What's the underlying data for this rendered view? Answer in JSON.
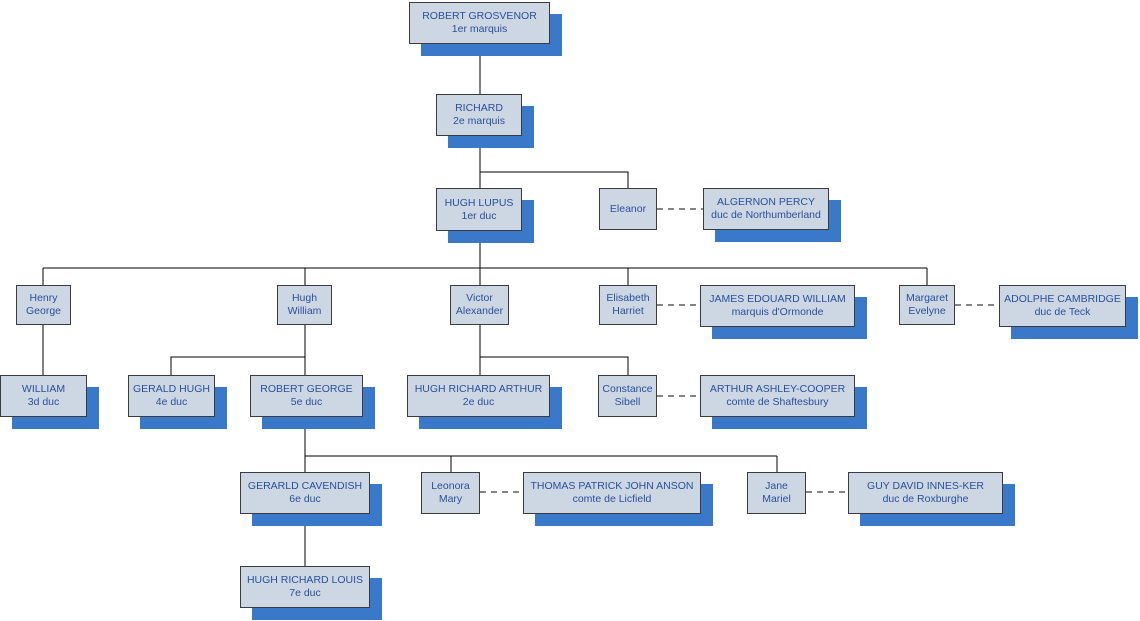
{
  "persons": {
    "robert_grosvenor": {
      "line1": "ROBERT GROSVENOR",
      "line2": "1er marquis"
    },
    "richard": {
      "line1": "RICHARD",
      "line2": "2e marquis"
    },
    "hugh_lupus": {
      "line1": "HUGH LUPUS",
      "line2": "1er duc"
    },
    "eleanor": {
      "line1": "Eleanor",
      "line2": ""
    },
    "algernon_percy": {
      "line1": "ALGERNON PERCY",
      "line2": "duc de Northumberland"
    },
    "henry_george": {
      "line1": "Henry",
      "line2": "George"
    },
    "hugh_william": {
      "line1": "Hugh",
      "line2": "William"
    },
    "victor_alexander": {
      "line1": "Victor",
      "line2": "Alexander"
    },
    "elisabeth_harriet": {
      "line1": "Elisabeth",
      "line2": "Harriet"
    },
    "james_edouard_william": {
      "line1": "JAMES EDOUARD WILLIAM",
      "line2": "marquis d'Ormonde"
    },
    "margaret_evelyne": {
      "line1": "Margaret",
      "line2": "Evelyne"
    },
    "adolphe_cambridge": {
      "line1": "ADOLPHE CAMBRIDGE",
      "line2": "duc de Teck"
    },
    "william": {
      "line1": "WILLIAM",
      "line2": "3d duc"
    },
    "gerald_hugh": {
      "line1": "GERALD HUGH",
      "line2": "4e duc"
    },
    "robert_george": {
      "line1": "ROBERT GEORGE",
      "line2": "5e duc"
    },
    "hugh_richard_arthur": {
      "line1": "HUGH RICHARD ARTHUR",
      "line2": "2e duc"
    },
    "constance_sibell": {
      "line1": "Constance",
      "line2": "Sibell"
    },
    "arthur_ashley_cooper": {
      "line1": "ARTHUR ASHLEY-COOPER",
      "line2": "comte de Shaftesbury"
    },
    "gerald_cavendish": {
      "line1": "GERARLD CAVENDISH",
      "line2": "6e duc"
    },
    "leonora_mary": {
      "line1": "Leonora",
      "line2": "Mary"
    },
    "thomas_patrick_john_anson": {
      "line1": "THOMAS PATRICK JOHN ANSON",
      "line2": "comte de Licfield"
    },
    "jane_mariel": {
      "line1": "Jane",
      "line2": "Mariel"
    },
    "guy_david_innes_ker": {
      "line1": "GUY DAVID INNES-KER",
      "line2": "duc de Roxburghe"
    },
    "hugh_richard_louis": {
      "line1": "HUGH RICHARD LOUIS",
      "line2": "7e duc"
    }
  },
  "colors": {
    "box_fill": "#cdd7e4",
    "box_border": "#3b3b3b",
    "shadow": "#3a78c9",
    "text": "#2a4f99",
    "connector": "#000000",
    "marriage_connector": "#3b3b3b"
  }
}
